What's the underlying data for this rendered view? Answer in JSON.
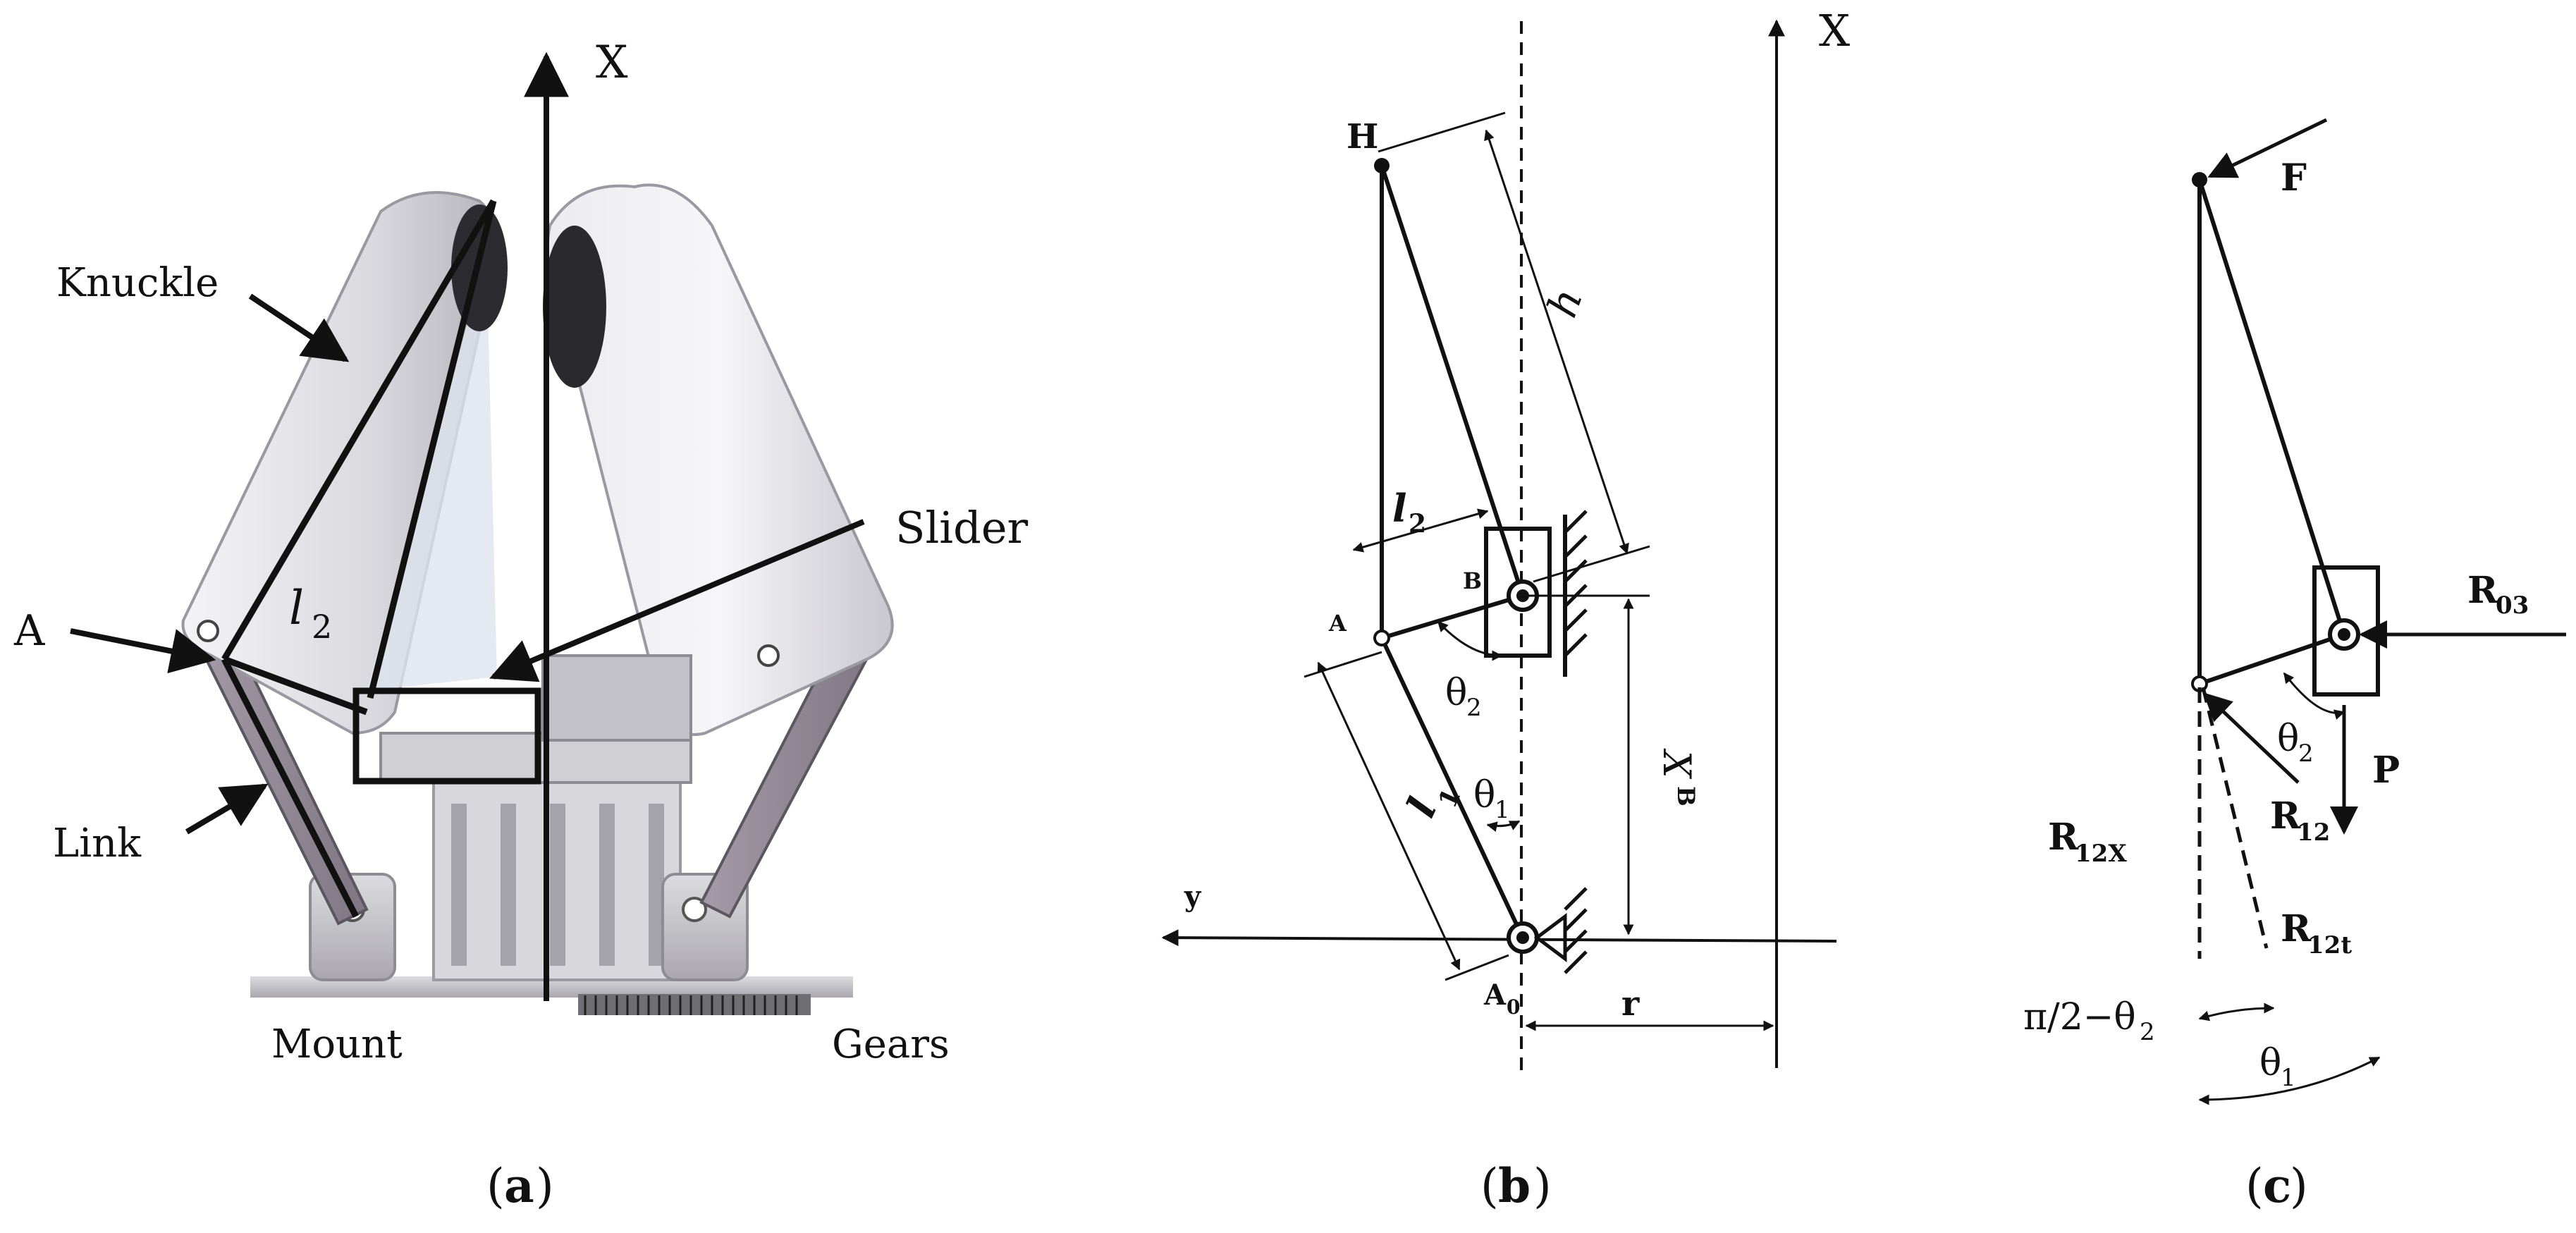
{
  "panel_a": {
    "axis_label": "X",
    "knuckle": "Knuckle",
    "slider": "Slider",
    "a_label": "A",
    "l2_main": "l",
    "l2_sub": "2",
    "link": "Link",
    "mount": "Mount",
    "gears": "Gears",
    "caption_open": "(",
    "caption_letter": "a",
    "caption_close": ")"
  },
  "panel_b": {
    "axis_label": "X",
    "H": "H",
    "h": "h",
    "l2_main": "l",
    "l2_sub": "2",
    "B": "B",
    "A": "A",
    "theta2_main": "θ",
    "theta2_sub": "2",
    "l1_main": "l",
    "l1_sub": "1",
    "theta1_main": "θ",
    "theta1_sub": "1",
    "xB_main": "X",
    "xB_sub": "B",
    "y": "y",
    "A0_main": "A",
    "A0_sub": "0",
    "r": "r",
    "caption_open": "(",
    "caption_letter": "b",
    "caption_close": ")"
  },
  "panel_c": {
    "F": "F",
    "R03_main": "R",
    "R03_sub": "03",
    "theta2_main": "θ",
    "theta2_sub": "2",
    "P": "P",
    "R12_main": "R",
    "R12_sub": "12",
    "R12X_main": "R",
    "R12X_sub": "12X",
    "R12t_main": "R",
    "R12t_sub": "12t",
    "angle_text": "π/2−θ",
    "angle_sub": "2",
    "theta1_main": "θ",
    "theta1_sub": "1",
    "caption_open": "(",
    "caption_letter": "c",
    "caption_close": ")"
  },
  "colors": {
    "ink": "#111111",
    "grey_text": "#555555",
    "render_light": "#e8e8ea",
    "render_mid": "#b9b9be",
    "render_dark": "#8a868d",
    "render_shadow": "#2a2a2e"
  }
}
